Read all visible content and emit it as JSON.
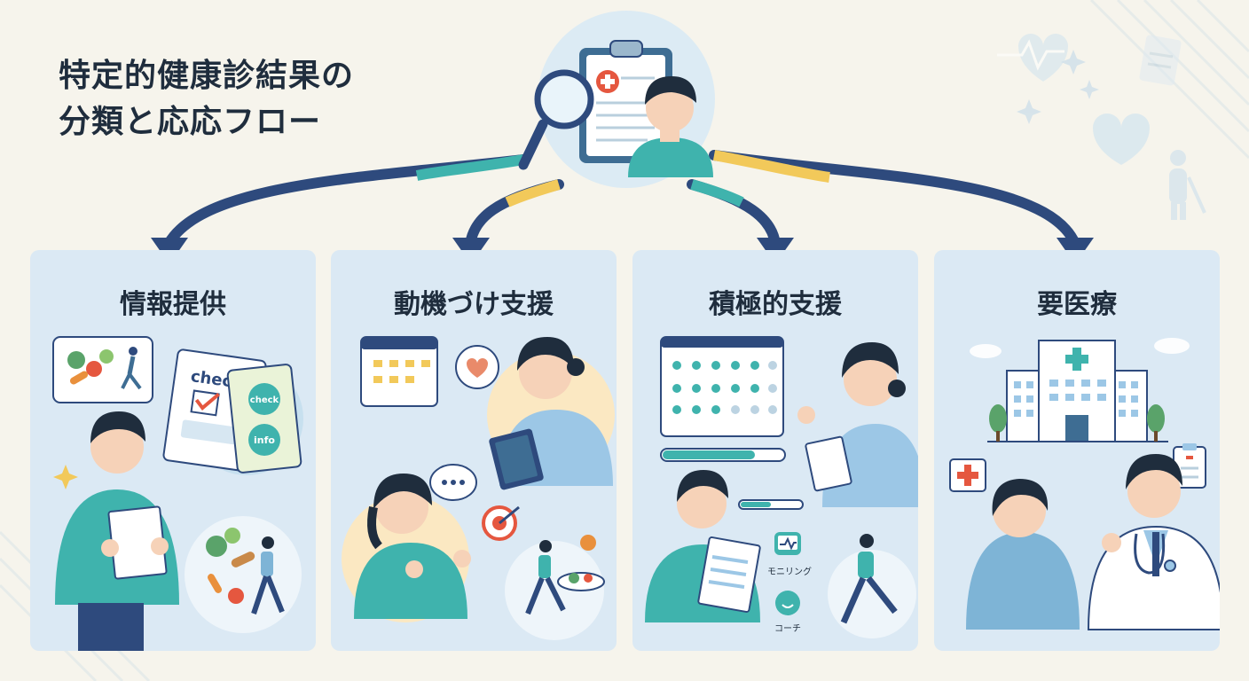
{
  "title": {
    "line1": "特定的健康診結果の",
    "line2": "分類と応応フロー"
  },
  "categories": [
    {
      "label": "情報提供"
    },
    {
      "label": "動機づけ支援"
    },
    {
      "label": "積極的支援"
    },
    {
      "label": "要医療"
    }
  ],
  "illustrations": {
    "check_label": "check",
    "badge_check": "check",
    "badge_info": "info",
    "monitoring": "モニリング",
    "coach": "コーチ"
  },
  "icons": [
    "clipboard-icon",
    "magnifier-icon",
    "heart-monitor-icon",
    "hospital-icon",
    "calendar-icon",
    "target-icon",
    "speech-bubble-icon",
    "stethoscope-icon"
  ],
  "colors": {
    "navy": "#2e4a7d",
    "teal": "#3fb3ad",
    "yellow": "#f2c95a",
    "panel": "#dbe9f4",
    "background": "#f6f4ec"
  }
}
